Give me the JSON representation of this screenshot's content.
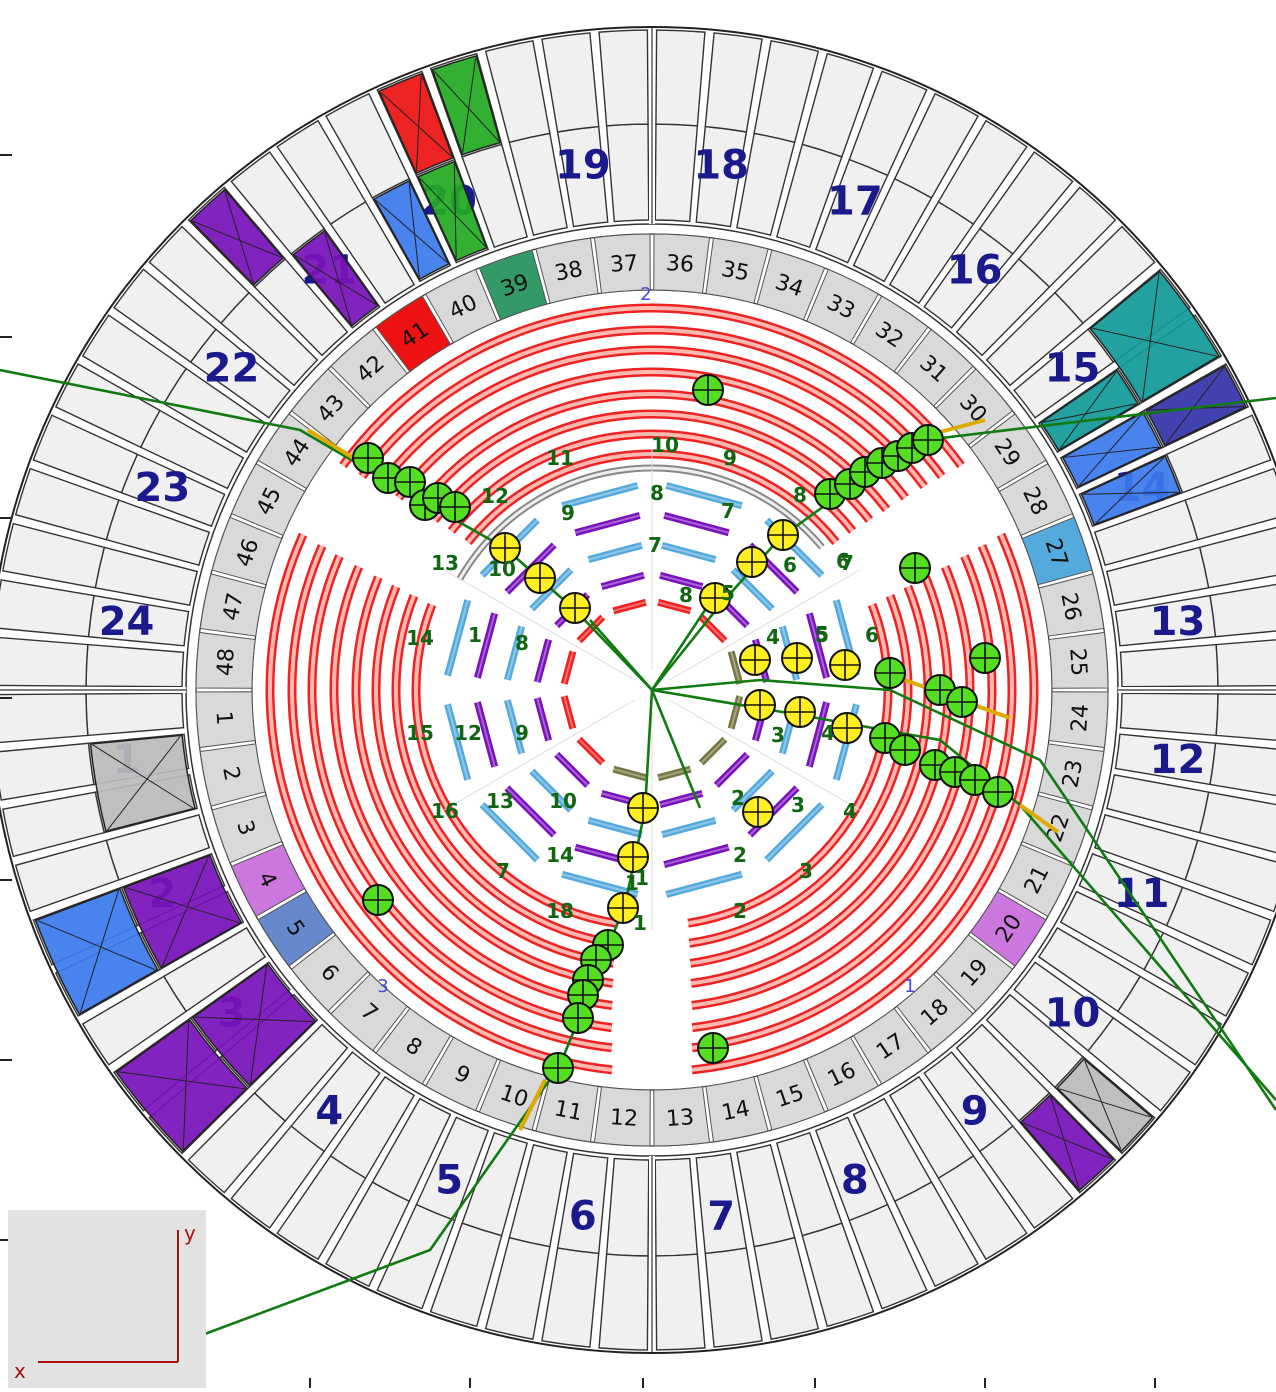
{
  "outer_sectors": [
    "1",
    "2",
    "3",
    "4",
    "5",
    "6",
    "7",
    "8",
    "9",
    "10",
    "11",
    "12",
    "13",
    "14",
    "15",
    "16",
    "17",
    "18",
    "19",
    "20",
    "21",
    "22",
    "23",
    "24"
  ],
  "inner_sectors": [
    "1",
    "2",
    "3",
    "4",
    "5",
    "6",
    "7",
    "8",
    "9",
    "10",
    "11",
    "12",
    "13",
    "14",
    "15",
    "16",
    "17",
    "18",
    "19",
    "20",
    "21",
    "22",
    "23",
    "24",
    "25",
    "26",
    "27",
    "28",
    "29",
    "30",
    "31",
    "32",
    "33",
    "34",
    "35",
    "36",
    "37",
    "38",
    "39",
    "40",
    "41",
    "42",
    "43",
    "44",
    "45",
    "46",
    "47",
    "48"
  ],
  "region_labels": [
    "1",
    "2",
    "3"
  ],
  "layer_labels": [
    {
      "group": "top",
      "items": [
        "11",
        "10",
        "9",
        "12",
        "9",
        "8",
        "7",
        "13",
        "10",
        "7",
        "6",
        "8",
        "6",
        "5",
        "5",
        "7",
        "4",
        "5",
        "6",
        "8"
      ]
    },
    {
      "group": "left",
      "items": [
        "14",
        "1",
        "8",
        "15",
        "12",
        "9",
        "16",
        "13",
        "10"
      ]
    },
    {
      "group": "bottom",
      "items": [
        "3",
        "4",
        "3",
        "2",
        "1",
        "4",
        "2",
        "3",
        "14",
        "1",
        "7",
        "18",
        "1",
        "2"
      ]
    }
  ],
  "axis_labels": {
    "y": "y",
    "x": "x"
  },
  "colors": {
    "outer_cell": "#f0f0f0",
    "inner_cell": "#d9d9d9",
    "label": "#1a1a8c",
    "ring_red": "#ee2222",
    "ring_light": "#ffb8b0",
    "green_track": "#117a11",
    "hit_green": "#55dd22",
    "hit_yellow": "#ffee22",
    "purple": "#7a11bb",
    "blue": "#3a7aee",
    "gray_hit": "#bbbbbb",
    "teal": "#119999",
    "green_hit": "#22aa22",
    "red_hit": "#ee1111",
    "lilac": "#cc77dd",
    "steel": "#6688cc",
    "sky": "#55aadd",
    "seagreen": "#339966"
  }
}
